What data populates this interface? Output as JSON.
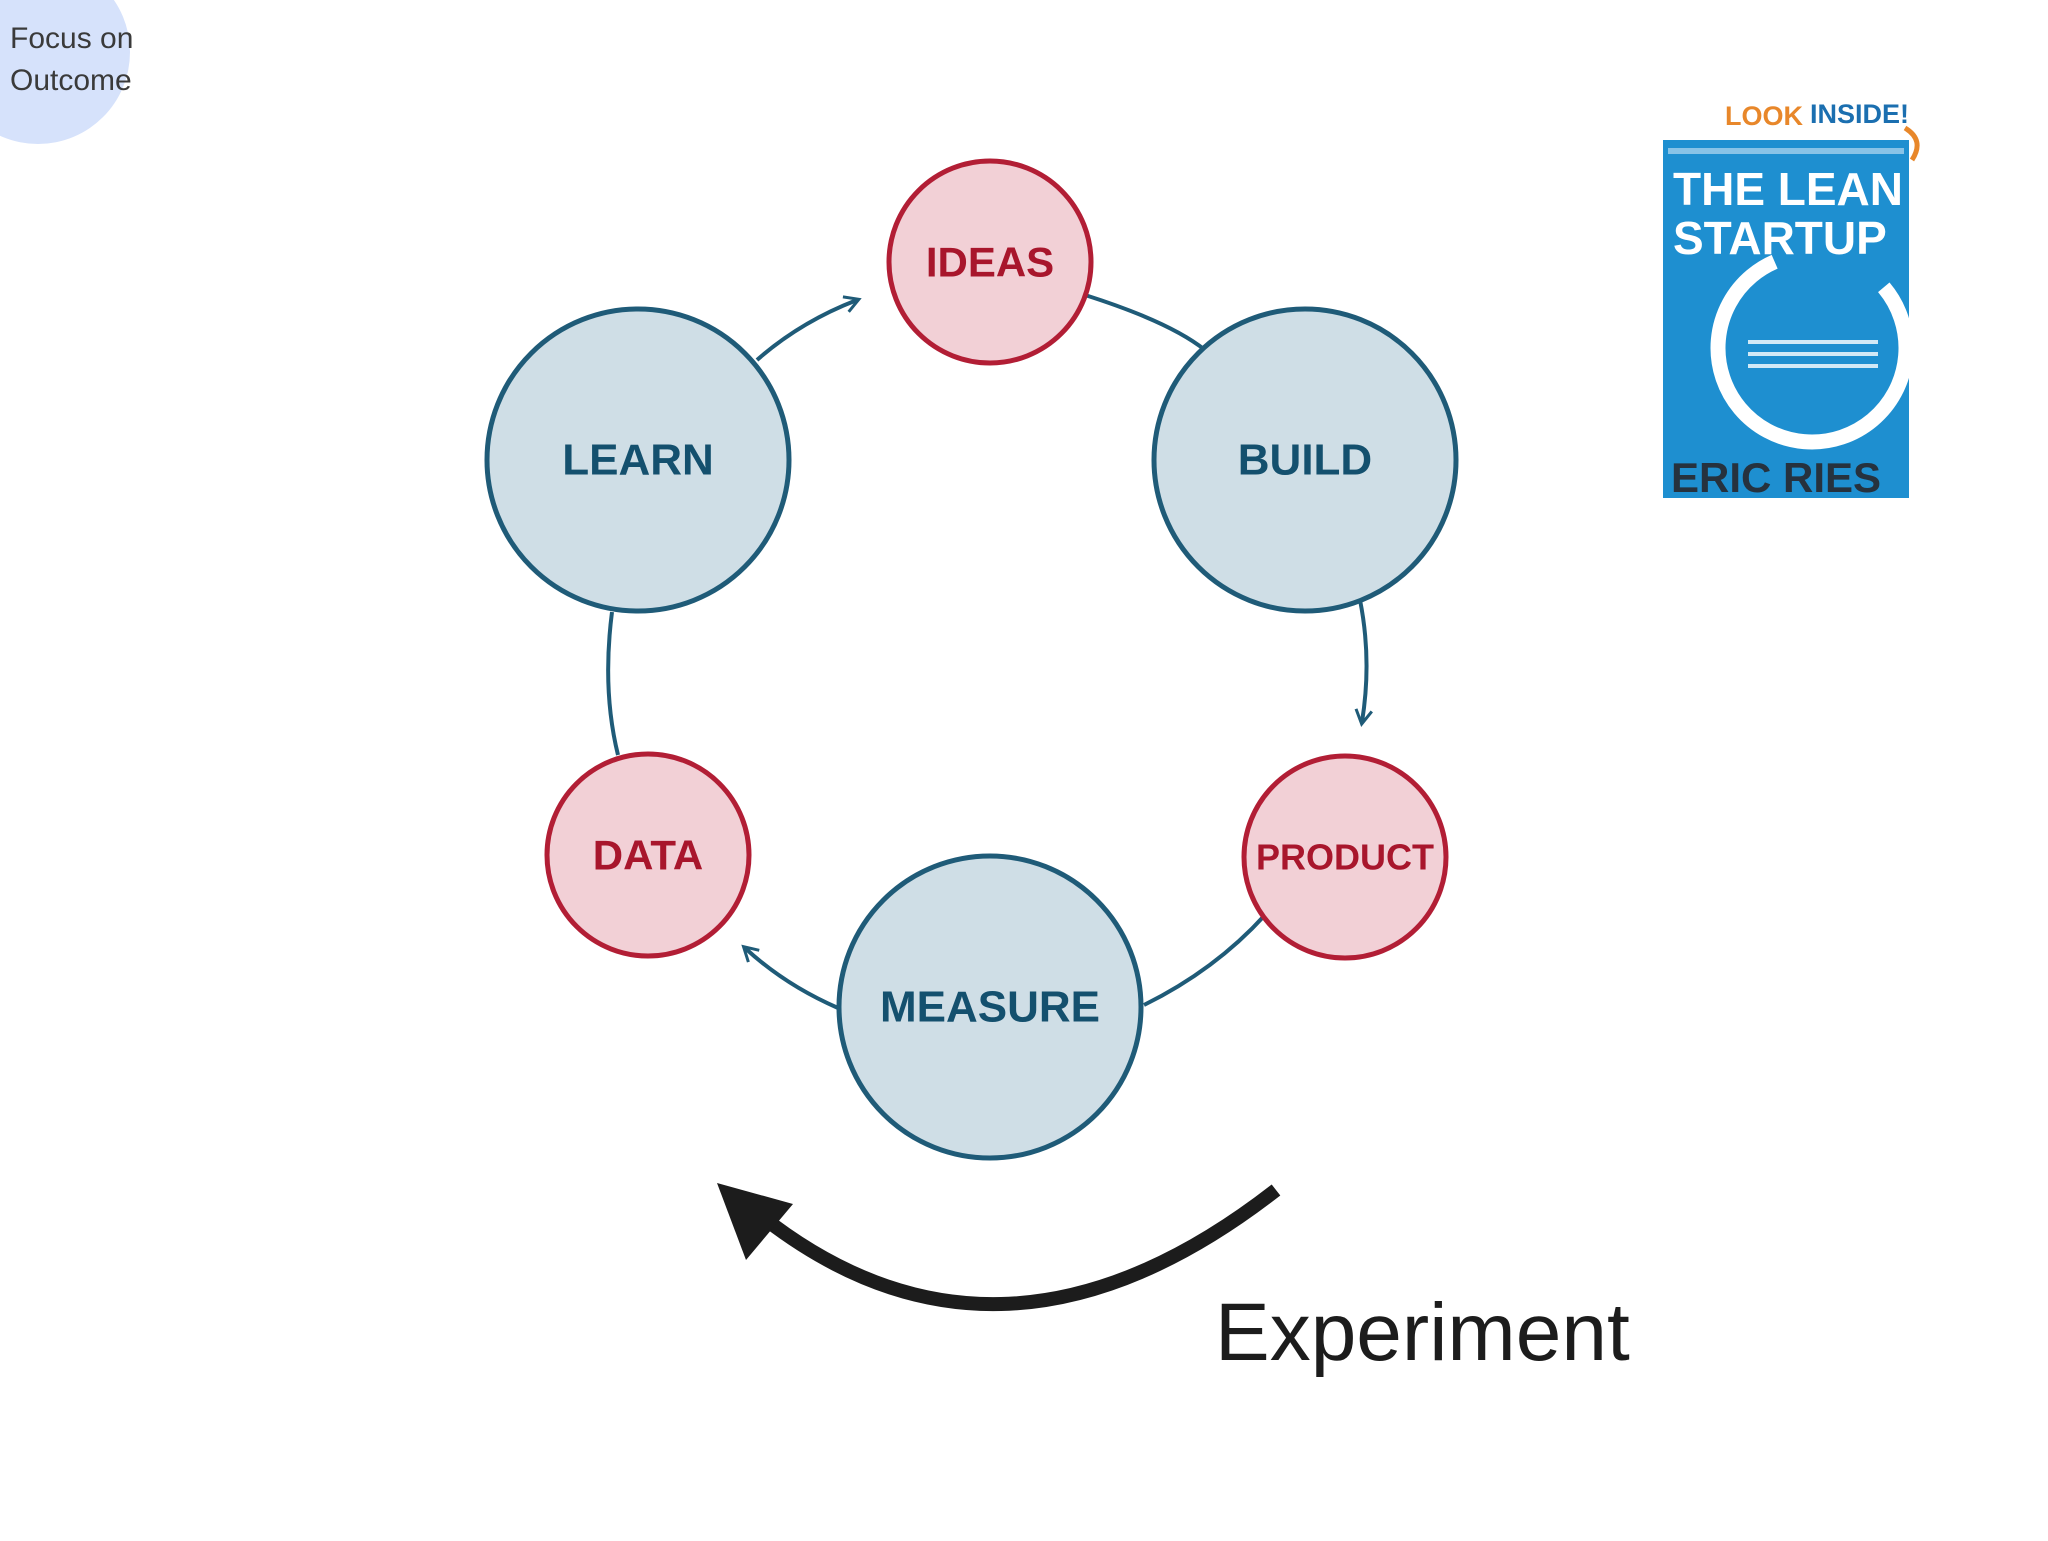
{
  "corner_badge": {
    "line1": "Focus on",
    "line2": "Outcome",
    "fill": "#d6e2fb",
    "text_color": "#3a3a3a"
  },
  "book": {
    "banner_look": "LOOK",
    "banner_inside": "INSIDE!",
    "title_line1": "THE LEAN",
    "title_line2": "STARTUP",
    "author": "ERIC RIES",
    "cover_color": "#1e8fd0",
    "look_color": "#e8872a",
    "inside_color": "#1b6fb0",
    "author_color": "#26323e"
  },
  "cycle": {
    "nodes": {
      "ideas": "IDEAS",
      "build": "BUILD",
      "product": "PRODUCT",
      "measure": "MEASURE",
      "data": "DATA",
      "learn": "LEARN"
    },
    "colors": {
      "stage_fill": "#cfdee6",
      "stage_stroke": "#1f5b78",
      "stage_text": "#14506e",
      "artifact_fill": "#f2d0d6",
      "artifact_stroke": "#b21e35",
      "artifact_text": "#a8162c",
      "connector": "#1f5b78"
    }
  },
  "experiment": {
    "label": "Experiment",
    "arrow_color": "#1c1c1c"
  }
}
